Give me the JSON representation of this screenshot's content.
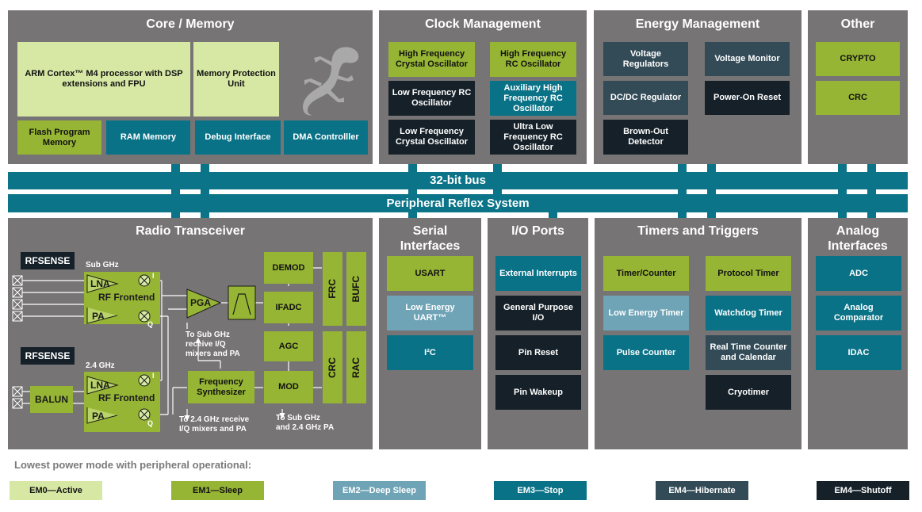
{
  "core": {
    "title": "Core / Memory",
    "arm": "ARM Cortex™ M4 processor with DSP extensions and FPU",
    "mpu": "Memory Protection Unit",
    "flash": "Flash Program Memory",
    "ram": "RAM Memory",
    "debug": "Debug Interface",
    "dma": "DMA Controlller"
  },
  "clock": {
    "title": "Clock Management",
    "hfxo": "High Frequency Crystal Oscillator",
    "hfrco": "High Frequency RC Oscillator",
    "lfrco": "Low Frequency RC Oscillator",
    "auxhfrco": "Auxiliary High Frequency RC Oscillator",
    "lfxo": "Low Frequency Crystal Oscillator",
    "ulfrco": "Ultra Low Frequency RC Oscillator"
  },
  "energy": {
    "title": "Energy Management",
    "vreg": "Voltage Regulators",
    "vmon": "Voltage Monitor",
    "dcdc": "DC/DC Regulator",
    "por": "Power-On Reset",
    "bod": "Brown-Out Detector"
  },
  "other": {
    "title": "Other",
    "crypto": "CRYPTO",
    "crc": "CRC"
  },
  "bus": {
    "main": "32-bit bus",
    "prs": "Peripheral Reflex System"
  },
  "radio": {
    "title": "Radio Transceiver",
    "rfsense": "RFSENSE",
    "subghz": "Sub GHz",
    "ghz24": "2.4 GHz",
    "lna": "LNA",
    "pa": "PA",
    "rf_frontend": "RF Frontend",
    "balun": "BALUN",
    "pga": "PGA",
    "i": "I",
    "q": "Q",
    "demod": "DEMOD",
    "ifadc": "IFADC",
    "agc": "AGC",
    "mod": "MOD",
    "freq_synth": "Frequency Synthesizer",
    "frc": "FRC",
    "bufc": "BUFC",
    "crc": "CRC",
    "rac": "RAC",
    "note_subghz": "To Sub GHz receive I/Q mixers and PA",
    "note_24": "To 2.4 GHz receive I/Q mixers and PA",
    "note_mod": "To Sub GHz and 2.4 GHz PA"
  },
  "serial": {
    "title": "Serial Interfaces",
    "usart": "USART",
    "leuart": "Low Energy UART™",
    "i2c": "I²C"
  },
  "io": {
    "title": "I/O Ports",
    "extint": "External Interrupts",
    "gpio": "General Purpose I/O",
    "pinreset": "Pin Reset",
    "pinwakeup": "Pin Wakeup"
  },
  "timers": {
    "title": "Timers and Triggers",
    "timer": "Timer/Counter",
    "protocol": "Protocol Timer",
    "letimer": "Low Energy Timer",
    "wdog": "Watchdog Timer",
    "pcnt": "Pulse Counter",
    "rtcc": "Real Time Counter and Calendar",
    "cryotimer": "Cryotimer"
  },
  "analog": {
    "title": "Analog Interfaces",
    "adc": "ADC",
    "acmp": "Analog Comparator",
    "idac": "IDAC"
  },
  "legend": {
    "label": "Lowest power mode with peripheral operational:",
    "items": [
      "EM0—Active",
      "EM1—Sleep",
      "EM2—Deep Sleep",
      "EM3—Stop",
      "EM4—Hibernate",
      "EM4—Shutoff"
    ]
  },
  "colors": {
    "em0": "#d6e8a4",
    "em1": "#97b534",
    "em2": "#6fa3b6",
    "em3": "#0a7287",
    "em4": "#334b57",
    "em5": "#152028",
    "panel": "#767474"
  },
  "icons": {
    "core_logo": "gecko-icon",
    "rf_port": "x-box-icon",
    "mixer": "mixer-x-circle-icon",
    "filter": "bandpass-filter-icon"
  }
}
